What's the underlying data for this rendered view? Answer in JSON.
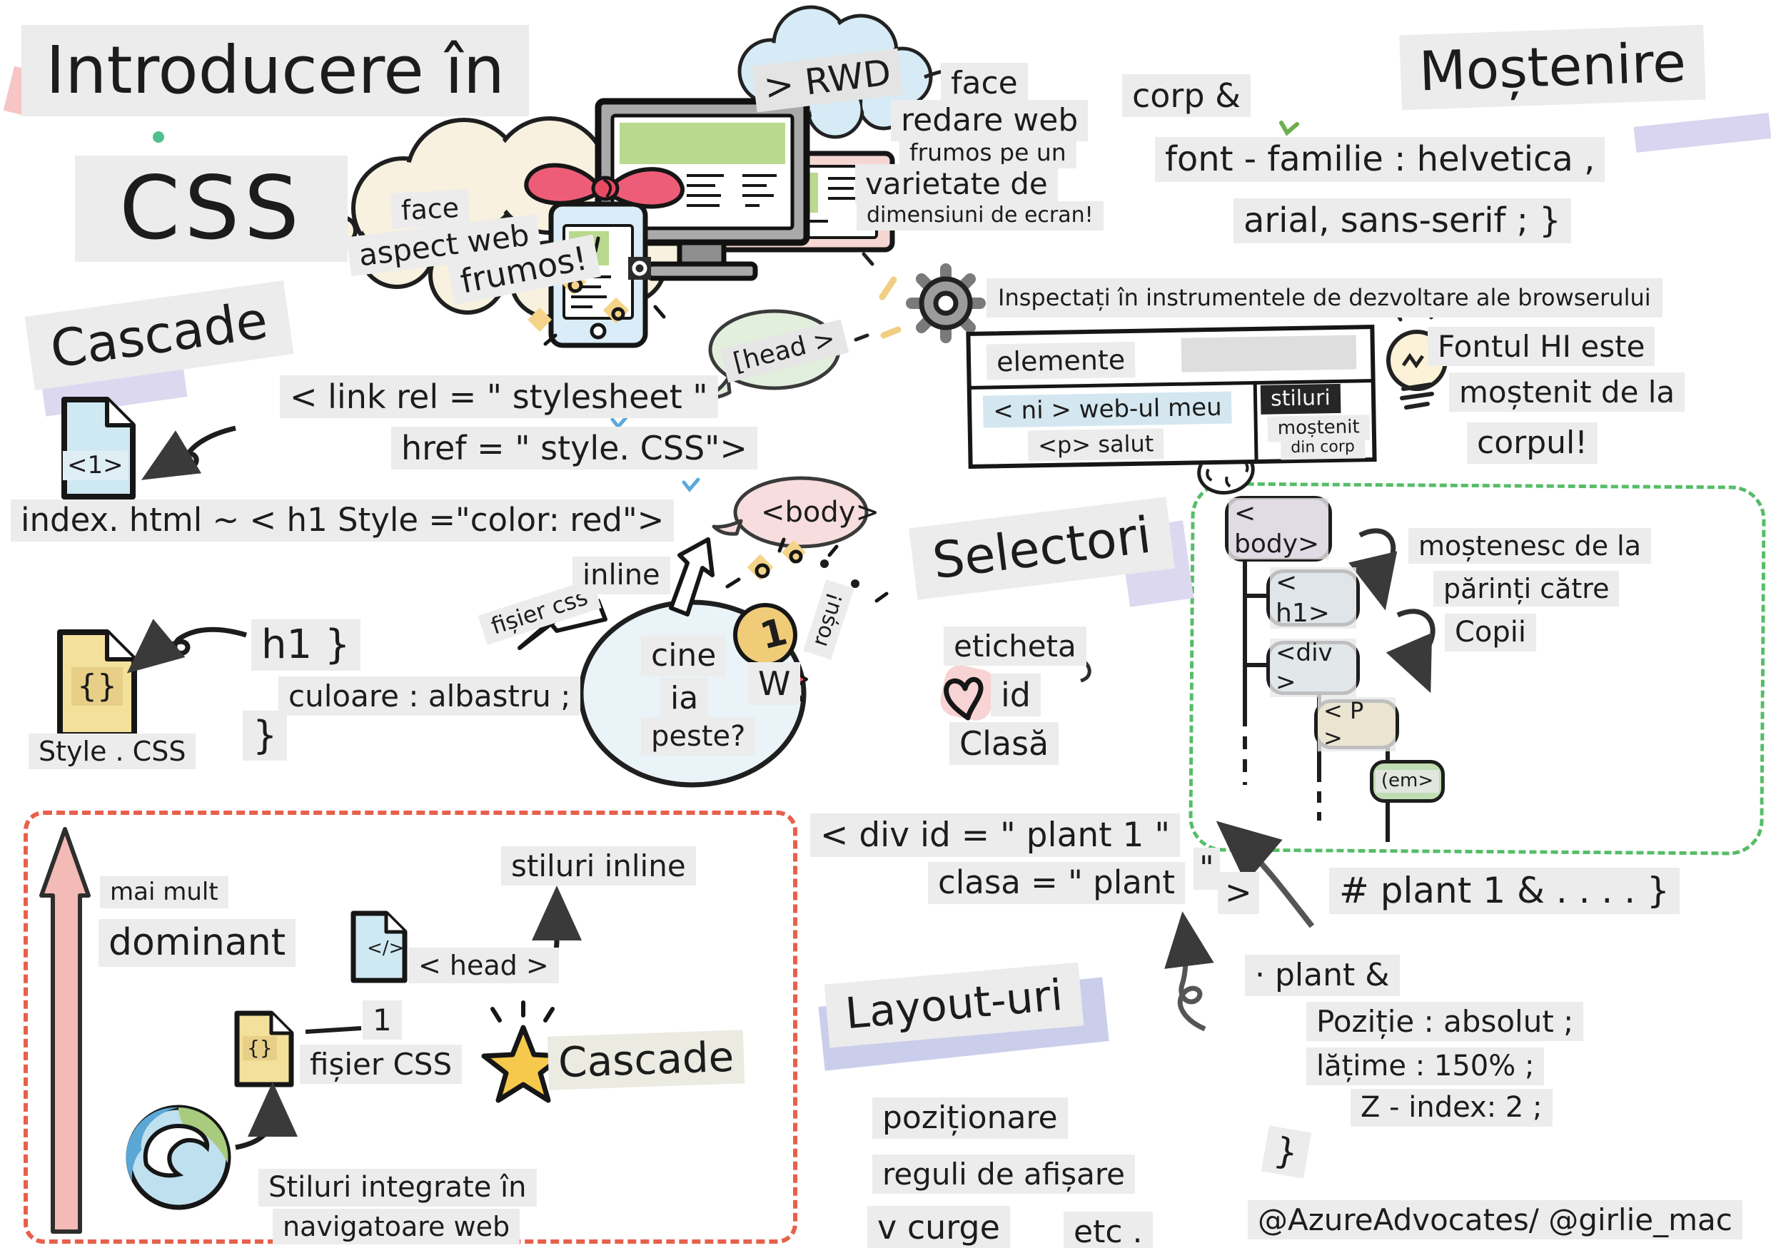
{
  "colors": {
    "ink": "#1c1c1c",
    "label_bg": "#ececec",
    "red_dash": "#e7604b",
    "green_dash": "#56bd68",
    "pink_bow": "#ee5d77",
    "medal_gold": "#f0cc79",
    "ribbon_red": "#e84a61",
    "cloud_blue": "#d6ebf6",
    "cloud_cream": "#f8f1df",
    "purple_node": "#c2a5d6",
    "blue_node": "#bdd8ea",
    "yellow_node": "#f3cf74",
    "green_node": "#c0dcb2"
  },
  "title": {
    "line1": "Introducere în",
    "line2": "CSS"
  },
  "cloud": {
    "l1": "face",
    "l2": "aspect web",
    "l3": "frumos!"
  },
  "rwd": {
    "label": "> RWD",
    "c1": "face",
    "c2": "redare web",
    "c3": "frumos pe un",
    "c4": "varietate de",
    "c5": "dimensiuni de ecran!"
  },
  "mostenire": {
    "corp": "corp &",
    "title": "Moștenire",
    "code1": "font - familie : helvetica ,",
    "code2": "arial, sans-serif ; }",
    "tip1": "Fontul HI este",
    "tip2": "moștenit de la",
    "tip3": "corpul!"
  },
  "devtools": {
    "caption": "Inspectați în instrumentele de dezvoltare ale browserului",
    "elements_tab": "elemente",
    "row1": "< ni > web-ul meu",
    "row2": "<p> salut",
    "styles_tab": "stiluri",
    "inh1": "moștenit",
    "inh2": "din corp"
  },
  "cascade": {
    "title": "Cascade",
    "file_label": "<1>",
    "link1": "< link rel = \" stylesheet \"",
    "link2": "href = \" style. CSS\">",
    "head_bubble": "[head >",
    "index_line": "index. html ~ < h1 Style =\"color: red\">",
    "body_bubble": "<body>"
  },
  "override": {
    "h1": "h1 }",
    "rule": "culoare : albastru ;",
    "brace": "}",
    "file_css": "fișier css",
    "inline": "inline",
    "c1": "cine",
    "c2": "ia",
    "c3": "peste?",
    "medal": "1",
    "w": "W",
    "rosu": "roșu!",
    "style_css": "Style . CSS",
    "glyph": "{}"
  },
  "selectori": {
    "title": "Selectori",
    "i1": "eticheta",
    "i2": "id",
    "i3": "Clasă"
  },
  "tree": {
    "n1": "< body>",
    "n2": "< h1>",
    "n3": "<div >",
    "n4": "< P >",
    "n5": "(em>",
    "t1": "moștenesc de la",
    "t2": "părinți către",
    "t3": "Copii"
  },
  "plant": {
    "l1": "< div id = \" plant 1 \"",
    "l2": "clasa = \" plant",
    "q": "\"",
    "gt": ">",
    "idrule": "# plant 1 & . . . . }",
    "header": "· plant &",
    "r1": "Poziție : absolut ;",
    "r2": "lățime : 150% ;",
    "r3": "Z - index: 2 ;",
    "close": "}"
  },
  "layouts": {
    "title": "Layout-uri",
    "i1": "poziționare",
    "i2": "reguli de afișare",
    "i3": "v curge",
    "i4": "etc ."
  },
  "dominance": {
    "mai": "mai mult",
    "dom": "dominant",
    "inline": "stiluri inline",
    "head": "< head >",
    "one": "1",
    "fisier": "fișier CSS",
    "g1": "</>",
    "g2": "{}",
    "s1": "Stiluri integrate în",
    "s2": "navigatoare web",
    "cascade": "Cascade"
  },
  "credit": {
    "handle": "@AzureAdvocates/ @girlie_mac"
  }
}
